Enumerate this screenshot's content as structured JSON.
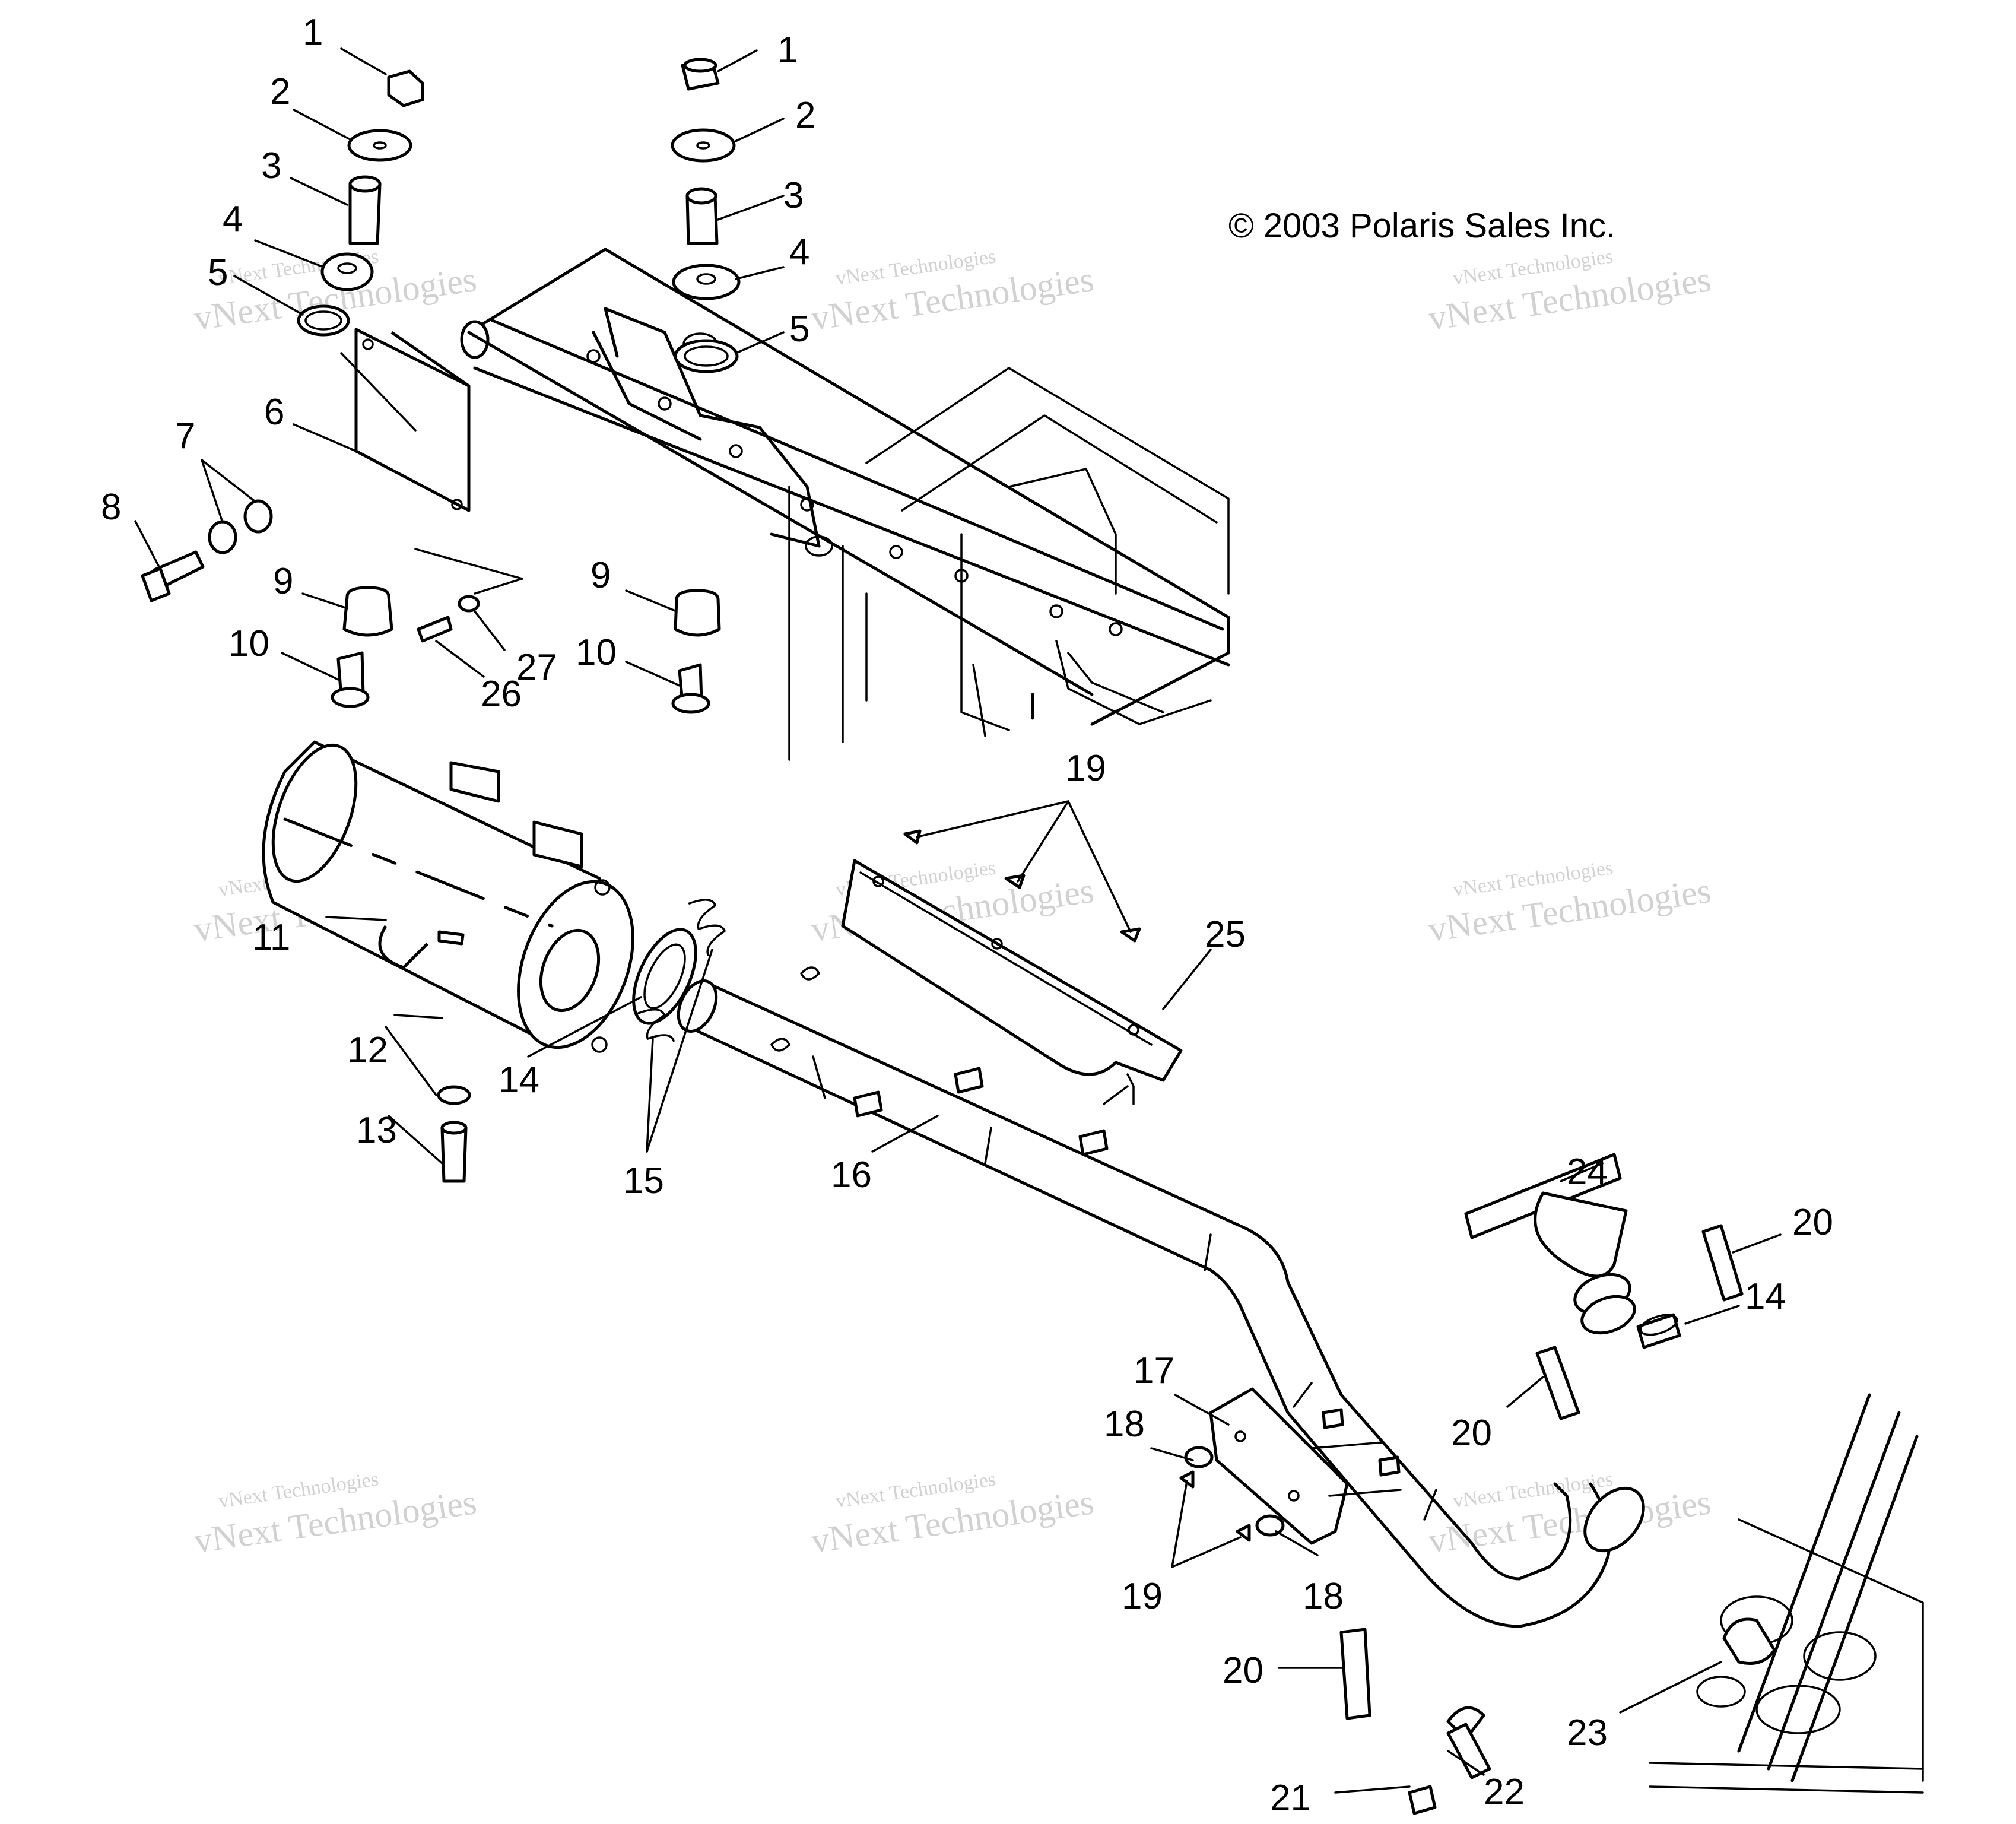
{
  "copyright": "© 2003 Polaris Sales Inc.",
  "watermark": {
    "line1": "vNext Technologies",
    "line2": "vNext Technologies",
    "color": "#c9c9c9"
  },
  "callouts": {
    "c1a": "1",
    "c2a": "2",
    "c3a": "3",
    "c4a": "4",
    "c5a": "5",
    "c1b": "1",
    "c2b": "2",
    "c3b": "3",
    "c4b": "4",
    "c5b": "5",
    "c6": "6",
    "c7": "7",
    "c8": "8",
    "c9a": "9",
    "c10a": "10",
    "c9b": "9",
    "c10b": "10",
    "c26": "26",
    "c27": "27",
    "c11": "11",
    "c12": "12",
    "c13": "13",
    "c14a": "14",
    "c15": "15",
    "c16": "16",
    "c19a": "19",
    "c25": "25",
    "c24": "24",
    "c20a": "20",
    "c14b": "14",
    "c20b": "20",
    "c17": "17",
    "c18a": "18",
    "c19b": "19",
    "c18b": "18",
    "c20c": "20",
    "c21": "21",
    "c22": "22",
    "c23": "23"
  }
}
